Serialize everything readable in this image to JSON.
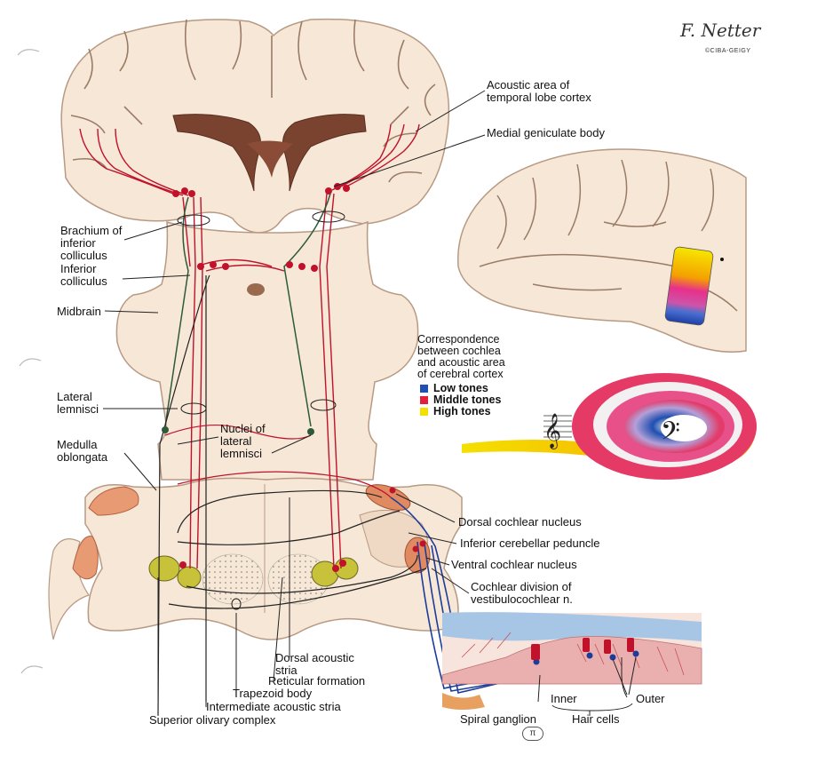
{
  "signature": {
    "text": "F. Netter",
    "sub": "©CIBA-GEIGY"
  },
  "page_mark": "π",
  "labels": {
    "acoustic_area": [
      "Acoustic area of",
      "temporal lobe cortex"
    ],
    "medial_geniculate": [
      "Medial geniculate body"
    ],
    "brachium": [
      "Brachium of",
      "inferior",
      "colliculus"
    ],
    "inferior_colliculus": [
      "Inferior",
      "colliculus"
    ],
    "midbrain": [
      "Midbrain"
    ],
    "lateral_lemnisci": [
      "Lateral",
      "lemnisci"
    ],
    "nuclei_lateral_lemnisci": [
      "Nuclei of",
      "lateral",
      "lemnisci"
    ],
    "medulla": [
      "Medulla",
      "oblongata"
    ],
    "dorsal_cochlear": [
      "Dorsal cochlear nucleus"
    ],
    "inferior_cerebellar": [
      "Inferior cerebellar peduncle"
    ],
    "ventral_cochlear": [
      "Ventral cochlear nucleus"
    ],
    "cochlear_division": [
      "Cochlear division of",
      "vestibulocochlear n."
    ],
    "dorsal_acoustic_stria": [
      "Dorsal acoustic",
      "stria"
    ],
    "reticular_formation": [
      "Reticular formation"
    ],
    "trapezoid_body": [
      "Trapezoid body"
    ],
    "intermediate_acoustic_stria": [
      "Intermediate acoustic stria"
    ],
    "superior_olivary": [
      "Superior olivary complex"
    ],
    "spiral_ganglion": [
      "Spiral ganglion"
    ],
    "hair_cells": [
      "Hair cells"
    ],
    "inner": [
      "Inner"
    ],
    "outer": [
      "Outer"
    ]
  },
  "legend": {
    "title": [
      "Correspondence",
      "between cochlea",
      "and acoustic area",
      "of cerebral cortex"
    ],
    "items": [
      {
        "label": "Low tones",
        "color": "#1f4fb0"
      },
      {
        "label": "Middle tones",
        "color": "#e0203c"
      },
      {
        "label": "High tones",
        "color": "#f3e000"
      }
    ]
  },
  "colors": {
    "tissue": "#f6e7d6",
    "tissue_edge": "#b89a84",
    "ventricle": "#7a4330",
    "red_path": "#c0122a",
    "blue_path": "#1c3c9c",
    "green_path": "#2f5a3a",
    "olive": "#c8c23a",
    "cochlear_nucleus": "#e08a62"
  }
}
